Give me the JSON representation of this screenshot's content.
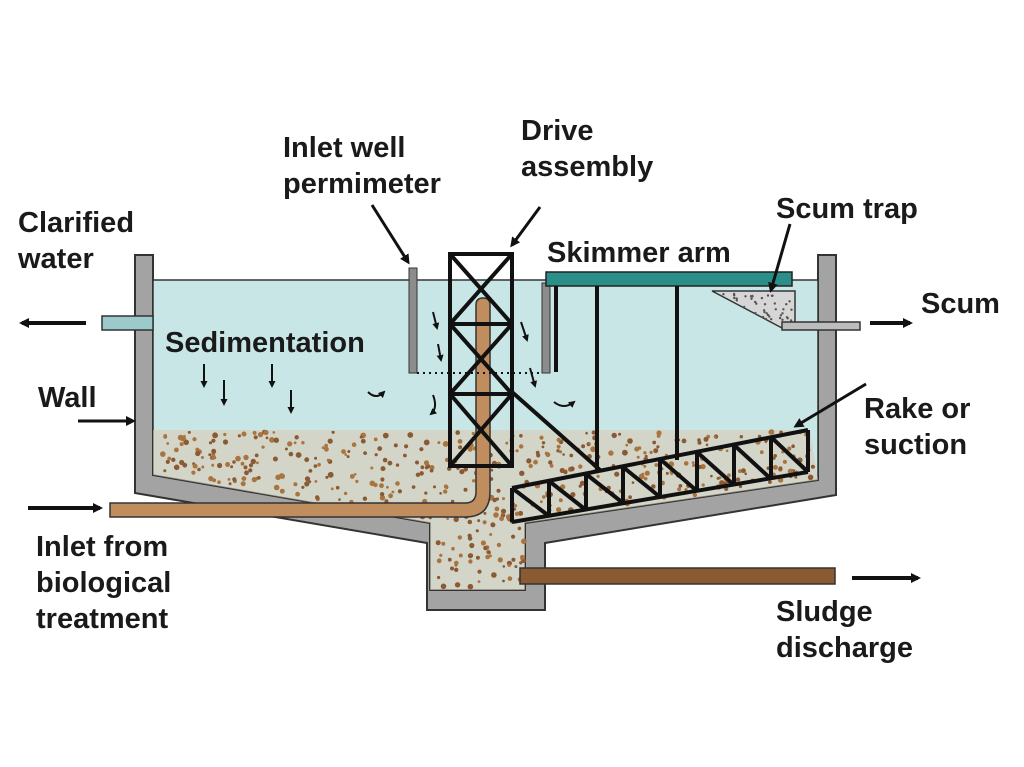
{
  "labels": {
    "clarified_water_1": "Clarified",
    "clarified_water_2": "water",
    "inlet_well_1": "Inlet well",
    "inlet_well_2": "permimeter",
    "drive_1": "Drive",
    "drive_2": "assembly",
    "scum_trap": "Scum trap",
    "skimmer_arm": "Skimmer arm",
    "scum": "Scum",
    "sedimentation": "Sedimentation",
    "wall": "Wall",
    "rake_1": "Rake or",
    "rake_2": "suction",
    "inlet_1": "Inlet from",
    "inlet_2": "biological",
    "inlet_3": "treatment",
    "sludge_1": "Sludge",
    "sludge_2": "discharge"
  },
  "colors": {
    "water": "#c9e6e6",
    "wall": "#a3a3a3",
    "wall_outline": "#333333",
    "pipe": "#c08e5e",
    "sludge": "#8a5a33",
    "skimmer": "#2a8f88",
    "scum_trap": "#d6d6d6",
    "frame": "#111111"
  }
}
